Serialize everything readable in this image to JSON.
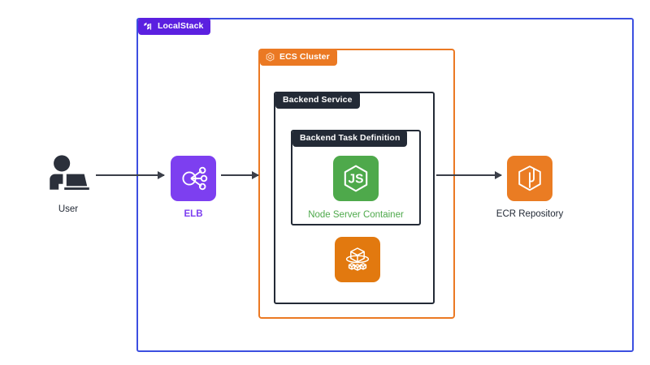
{
  "diagram": {
    "title": "LocalStack ECS architecture diagram",
    "colors": {
      "localstack_purple": "#5b20e0",
      "localstack_border_blue": "#3c4fe0",
      "ecs_orange": "#eb7923",
      "dark": "#232a36",
      "node_green": "#4ea94b",
      "elb_purple": "#7d3ff0",
      "ecr_orange": "#ea7c23",
      "arrow_gray": "#3b3f49",
      "background": "#ffffff"
    }
  },
  "groups": {
    "localstack": {
      "label": "LocalStack",
      "icon": "localstack-logo-icon"
    },
    "ecs_cluster": {
      "label": "ECS Cluster",
      "icon": "ecs-cluster-icon"
    },
    "backend_service": {
      "label": "Backend Service",
      "icon": ""
    },
    "backend_task_definition": {
      "label": "Backend Task Definition",
      "icon": ""
    }
  },
  "nodes": [
    {
      "id": "user",
      "label": "User",
      "icon": "user-at-laptop-icon"
    },
    {
      "id": "elb",
      "label": "ELB",
      "icon": "elastic-load-balancer-icon"
    },
    {
      "id": "node_server_container",
      "label": "Node Server Container",
      "icon": "nodejs-icon"
    },
    {
      "id": "ecs_task",
      "label": "",
      "icon": "ecs-task-cube-icon"
    },
    {
      "id": "ecr",
      "label": "ECR Repository",
      "icon": "ecr-repository-icon"
    }
  ],
  "arrows": [
    {
      "id": "user-to-elb",
      "from": "user",
      "to": "elb"
    },
    {
      "id": "elb-to-ecs-cluster",
      "from": "elb",
      "to": "ecs_cluster"
    },
    {
      "id": "backend-service-to-ecr",
      "from": "backend_service",
      "to": "ecr"
    }
  ]
}
